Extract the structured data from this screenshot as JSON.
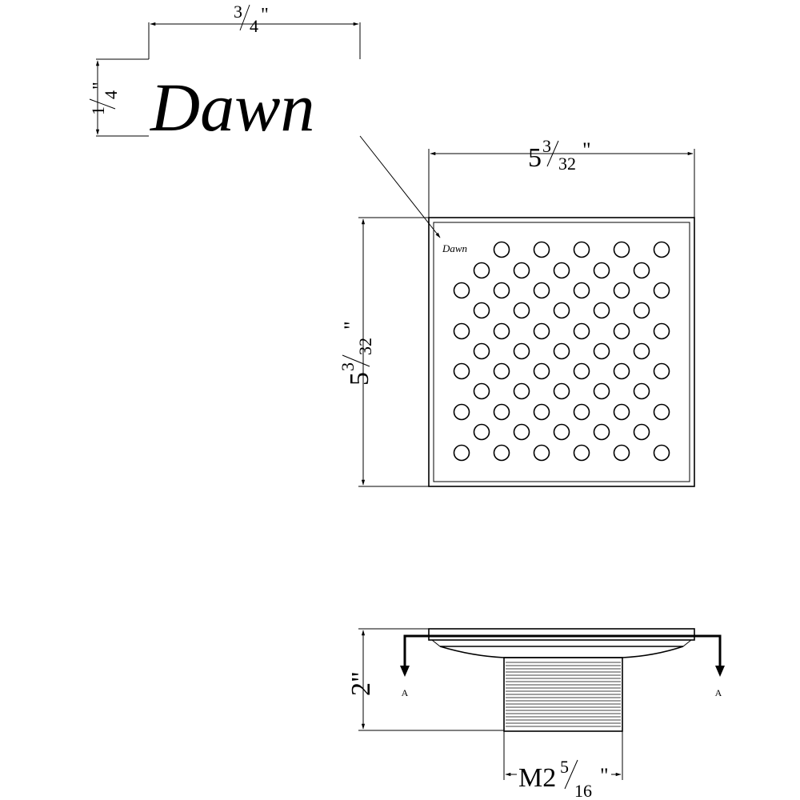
{
  "logo": {
    "text": "Dawn",
    "small_text": "Dawn"
  },
  "dims": {
    "logo_width": {
      "whole": "",
      "num": "3",
      "den": "4",
      "unit": "\""
    },
    "logo_height": {
      "whole": "",
      "num": "1",
      "den": "4",
      "unit": "\""
    },
    "grate_width": {
      "whole": "5",
      "num": "3",
      "den": "32",
      "unit": "\""
    },
    "grate_height": {
      "whole": "5",
      "num": "3",
      "den": "32",
      "unit": "\""
    },
    "drain_height": {
      "text": "2\""
    },
    "thread": {
      "whole": "M2",
      "num": "5",
      "den": "16",
      "unit": "\""
    }
  },
  "section": {
    "left": "A",
    "right": "A"
  }
}
